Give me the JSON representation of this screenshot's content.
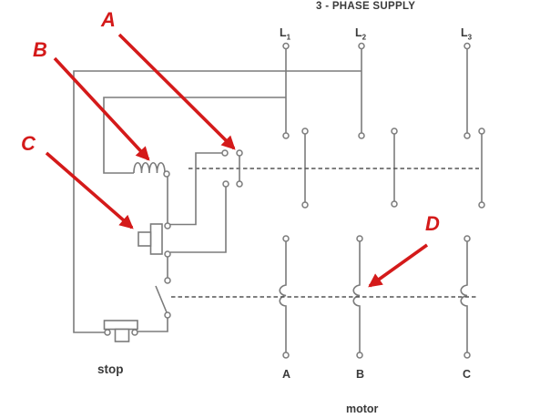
{
  "diagram": {
    "title": "3 - PHASE SUPPLY",
    "supply": {
      "prefix": "L",
      "phases": [
        "1",
        "2",
        "3"
      ]
    },
    "callouts": {
      "a": "A",
      "b": "B",
      "c": "C",
      "d": "D"
    },
    "labels": {
      "stop": "stop",
      "motor": "motor"
    },
    "motor_phases": [
      "A",
      "B",
      "C"
    ],
    "colors": {
      "arrow-red": "#d41a1a",
      "wire-gray": "#7b7b7b",
      "dash-dark": "#555555",
      "text-dark": "#3a3a3a",
      "background": "#ffffff"
    }
  }
}
